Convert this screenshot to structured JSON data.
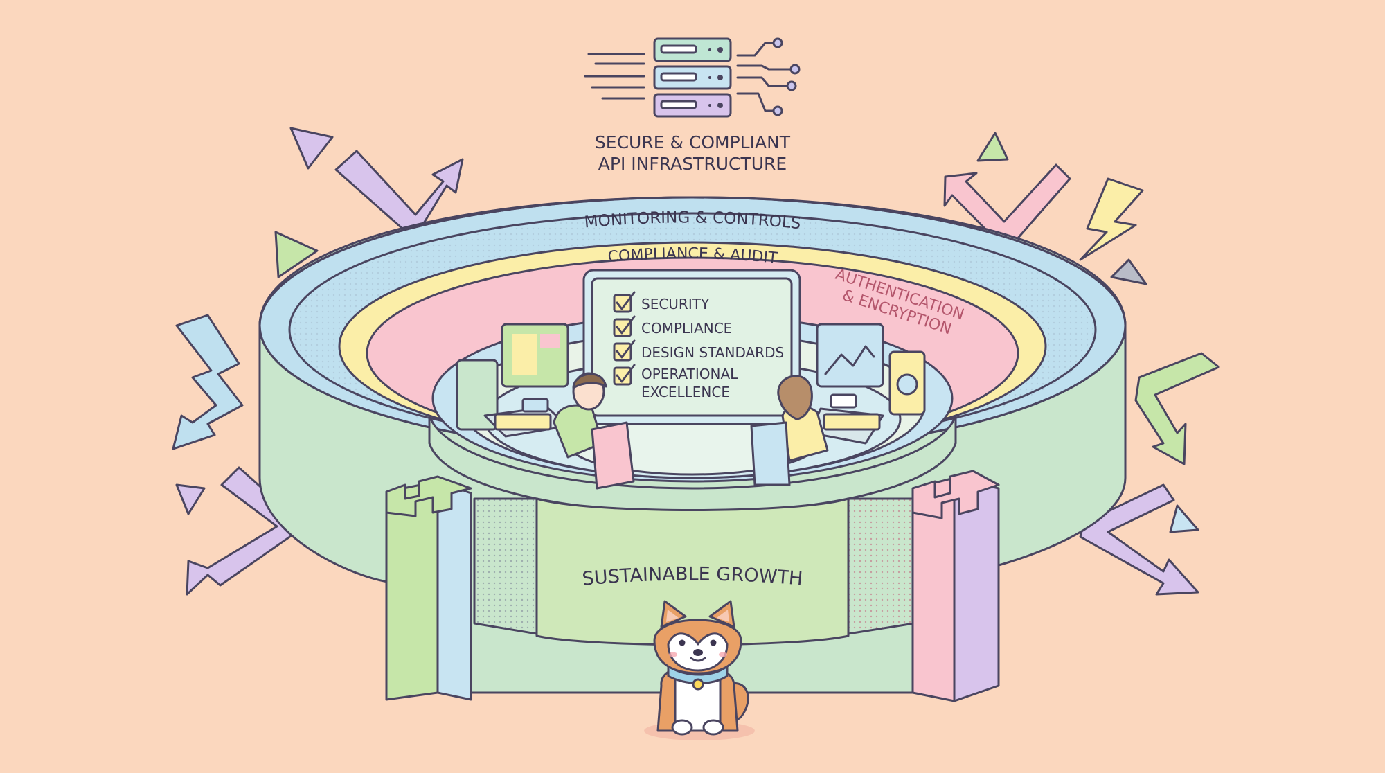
{
  "header": {
    "title_line1": "SECURE & COMPLIANT",
    "title_line2": "API INFRASTRUCTURE",
    "server_icon": "server-icon"
  },
  "rings": {
    "outer_label": "MONITORING & CONTROLS",
    "middle_label": "COMPLIANCE & AUDIT",
    "inner_label_line1": "AUTHENTICATION",
    "inner_label_line2": "& ENCRYPTION",
    "base_label": "SUSTAINABLE GROWTH"
  },
  "checklist": {
    "items": [
      {
        "line1": "SECURITY",
        "line2": ""
      },
      {
        "line1": "COMPLIANCE",
        "line2": ""
      },
      {
        "line1": "DESIGN STANDARDS",
        "line2": ""
      },
      {
        "line1": "OPERATIONAL",
        "line2": "EXCELLENCE"
      }
    ]
  },
  "colors": {
    "background": "#fbd7be",
    "ring_outer": "#bfe0d9",
    "ring_blue": "#bfe0ef",
    "ring_yellow": "#fbeea8",
    "ring_pink": "#f9c5cf",
    "wall_green": "#cfe8b9",
    "pillar_purple": "#d8c4ec",
    "outline": "#4a4560"
  }
}
